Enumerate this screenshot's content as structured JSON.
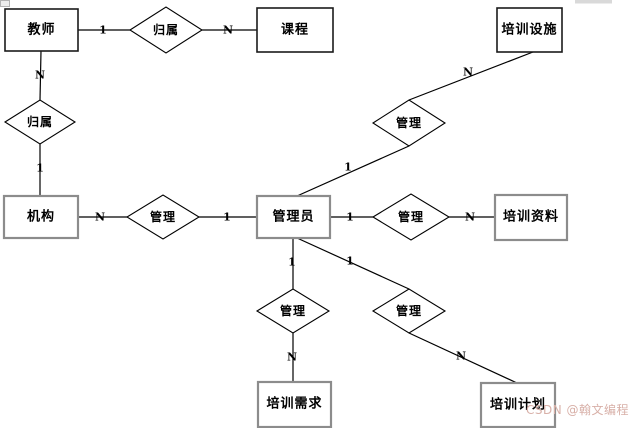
{
  "entities": [
    {
      "key": "teacher",
      "label": "教师"
    },
    {
      "key": "course",
      "label": "课程"
    },
    {
      "key": "facility",
      "label": "培训设施"
    },
    {
      "key": "org",
      "label": "机构"
    },
    {
      "key": "admin",
      "label": "管理员"
    },
    {
      "key": "material",
      "label": "培训资料"
    },
    {
      "key": "need",
      "label": "培训需求"
    },
    {
      "key": "plan",
      "label": "培训计划"
    }
  ],
  "relationships": [
    {
      "key": "belong-teacher-course",
      "label": "归属"
    },
    {
      "key": "belong-teacher-org",
      "label": "归属"
    },
    {
      "key": "manage-org-admin",
      "label": "管理"
    },
    {
      "key": "manage-admin-facility",
      "label": "管理"
    },
    {
      "key": "manage-admin-material",
      "label": "管理"
    },
    {
      "key": "manage-admin-need",
      "label": "管理"
    },
    {
      "key": "manage-admin-plan",
      "label": "管理"
    }
  ],
  "cardinalities": [
    {
      "key": "teacher-to-belong1",
      "label": "1"
    },
    {
      "key": "belong1-to-course",
      "label": "N"
    },
    {
      "key": "teacher-to-belong2",
      "label": "N"
    },
    {
      "key": "belong2-to-org",
      "label": "1"
    },
    {
      "key": "org-to-manage1",
      "label": "N"
    },
    {
      "key": "manage1-to-admin",
      "label": "1"
    },
    {
      "key": "admin-to-manage2",
      "label": "1"
    },
    {
      "key": "manage2-to-material",
      "label": "N"
    },
    {
      "key": "admin-to-manage3",
      "label": "1"
    },
    {
      "key": "manage3-to-facility",
      "label": "N"
    },
    {
      "key": "admin-to-manage4",
      "label": "1"
    },
    {
      "key": "manage4-to-need",
      "label": "N"
    },
    {
      "key": "admin-to-manage5",
      "label": "1"
    },
    {
      "key": "manage5-to-plan",
      "label": "N"
    }
  ],
  "watermark": {
    "text": "CSDN @翰文编程"
  },
  "colors": {
    "background": "#ffffff",
    "line": "#000000",
    "entity_border_dark": "#1a1a1a",
    "entity_border_grey": "#8c8c8c",
    "watermark": "#d8b0a8"
  }
}
